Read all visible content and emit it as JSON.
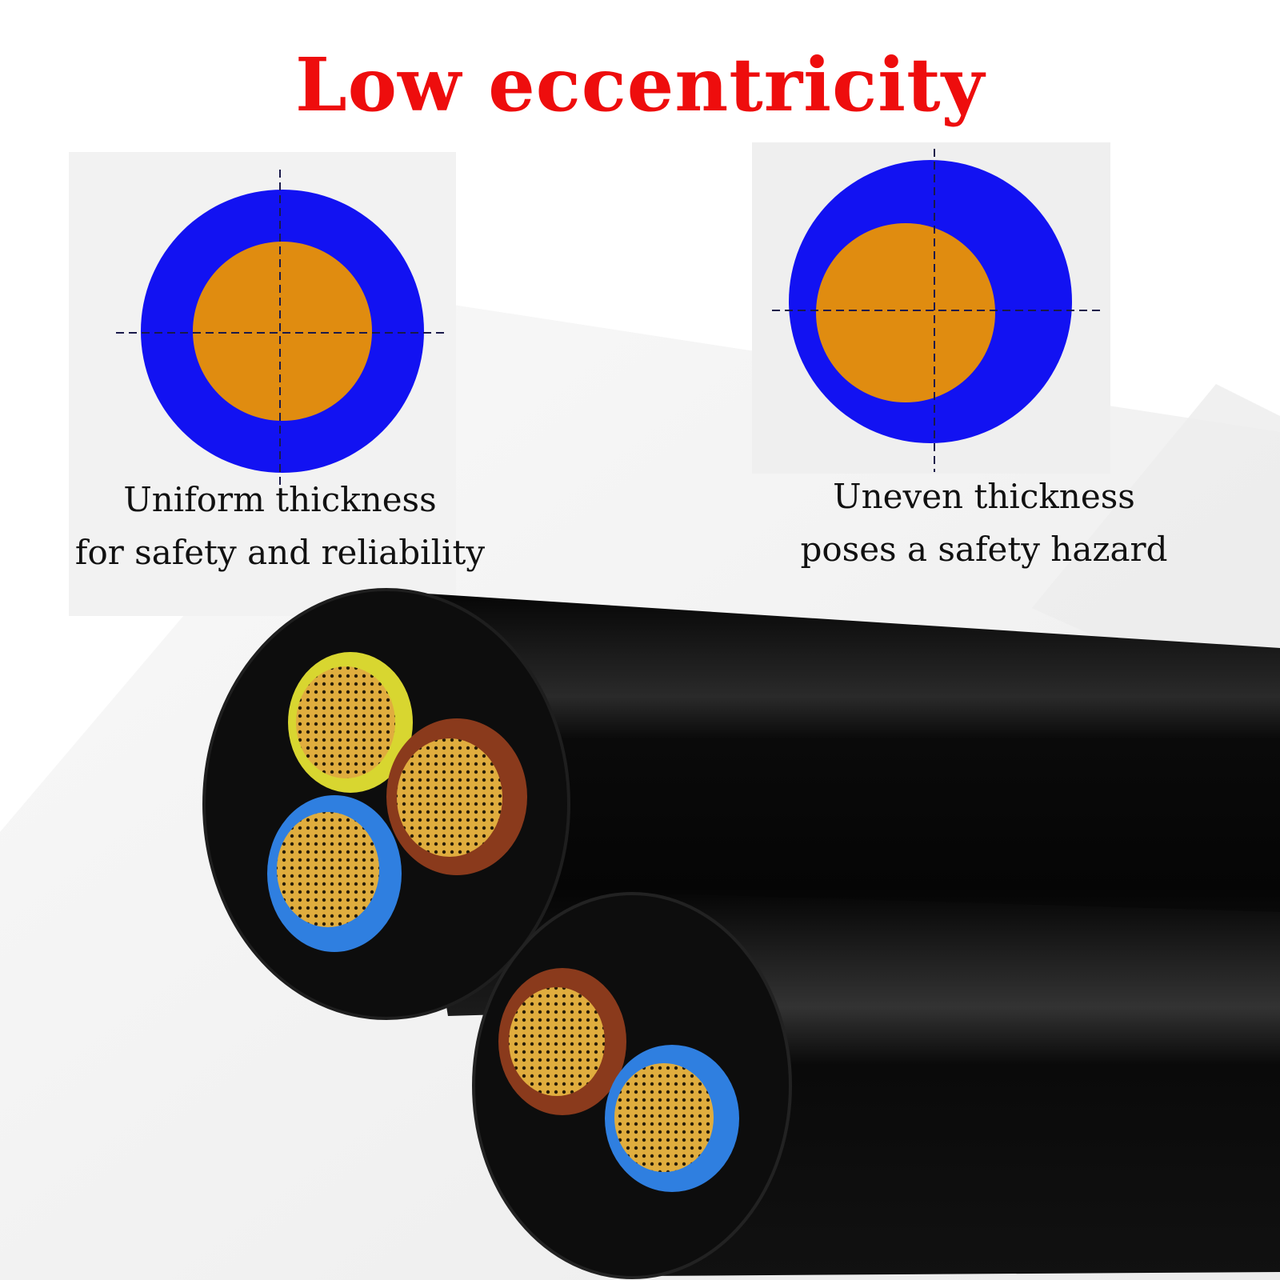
{
  "title": "Low eccentricity",
  "colors": {
    "title": "#ee0d0d",
    "insulation": "#1212f2",
    "conductor": "#e08c10",
    "jacket": "#0b0b0b",
    "wire_yellow": "#d8d630",
    "wire_brown": "#8a3a1c",
    "wire_blue": "#2f7fe0",
    "copper": "#d9a23a"
  },
  "diagrams": {
    "left": {
      "caption_line1": "Uniform thickness",
      "caption_line2": "for safety and reliability"
    },
    "right": {
      "caption_line1": "Uneven thickness",
      "caption_line2": "poses a safety hazard"
    }
  }
}
